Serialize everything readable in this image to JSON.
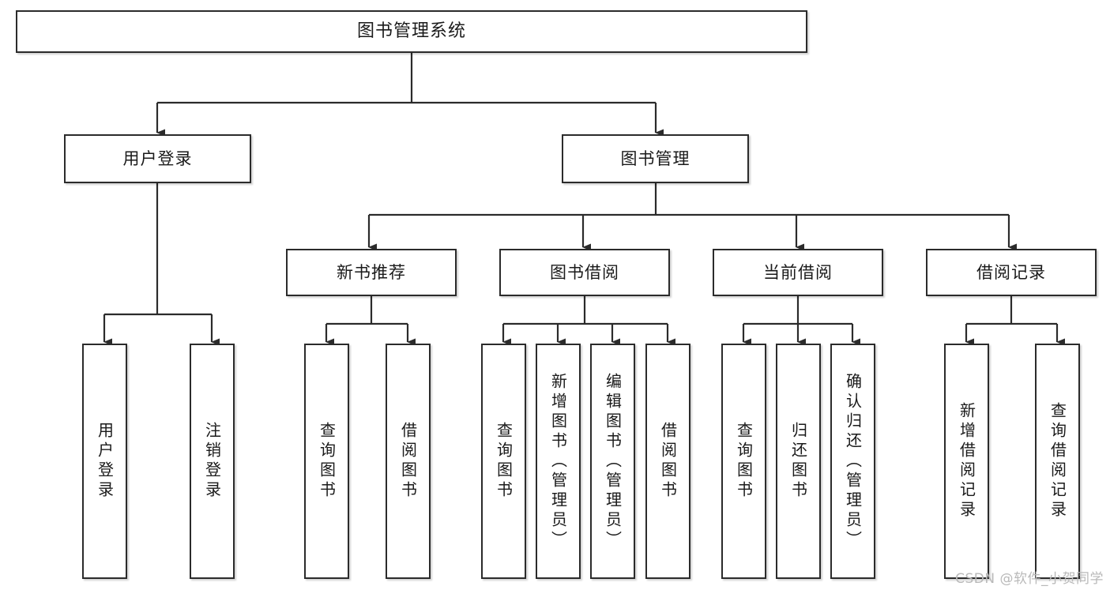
{
  "diagram": {
    "type": "tree-hierarchy",
    "title": "图书管理系统",
    "orientation": "top-down",
    "colors": {
      "box_border": "#2b2b2b",
      "box_fill": "#ffffff",
      "connector": "#2b2b2b",
      "text": "#1a1a1a",
      "watermark": "#b9b9b9",
      "background": "#ffffff"
    },
    "nodes": {
      "root": {
        "label": "图书管理系统",
        "level": 1
      },
      "level2": [
        {
          "id": "user-login",
          "label": "用户登录"
        },
        {
          "id": "book-management",
          "label": "图书管理"
        }
      ],
      "level3": [
        {
          "id": "new-book-recommend",
          "label": "新书推荐",
          "parent": "book-management"
        },
        {
          "id": "book-borrow",
          "label": "图书借阅",
          "parent": "book-management"
        },
        {
          "id": "current-borrow",
          "label": "当前借阅",
          "parent": "book-management"
        },
        {
          "id": "borrow-record",
          "label": "借阅记录",
          "parent": "book-management"
        }
      ],
      "leaves": [
        {
          "id": "leaf-user-login",
          "label": "用户登录",
          "parent": "user-login"
        },
        {
          "id": "leaf-logout",
          "label": "注销登录",
          "parent": "user-login"
        },
        {
          "id": "leaf-query-book-1",
          "label": "查询图书",
          "parent": "new-book-recommend"
        },
        {
          "id": "leaf-borrow-book-1",
          "label": "借阅图书",
          "parent": "new-book-recommend"
        },
        {
          "id": "leaf-query-book-2",
          "label": "查询图书",
          "parent": "book-borrow"
        },
        {
          "id": "leaf-add-book",
          "label": "新增图书（管理员）",
          "parent": "book-borrow"
        },
        {
          "id": "leaf-edit-book",
          "label": "编辑图书（管理员）",
          "parent": "book-borrow"
        },
        {
          "id": "leaf-borrow-book-2",
          "label": "借阅图书",
          "parent": "book-borrow"
        },
        {
          "id": "leaf-query-book-3",
          "label": "查询图书",
          "parent": "current-borrow"
        },
        {
          "id": "leaf-return-book",
          "label": "归还图书",
          "parent": "current-borrow"
        },
        {
          "id": "leaf-confirm-return",
          "label": "确认归还（管理员）",
          "parent": "current-borrow"
        },
        {
          "id": "leaf-add-record",
          "label": "新增借阅记录",
          "parent": "borrow-record"
        },
        {
          "id": "leaf-query-record",
          "label": "查询借阅记录",
          "parent": "borrow-record"
        }
      ]
    },
    "watermark": "CSDN @软件_小贺同学"
  }
}
